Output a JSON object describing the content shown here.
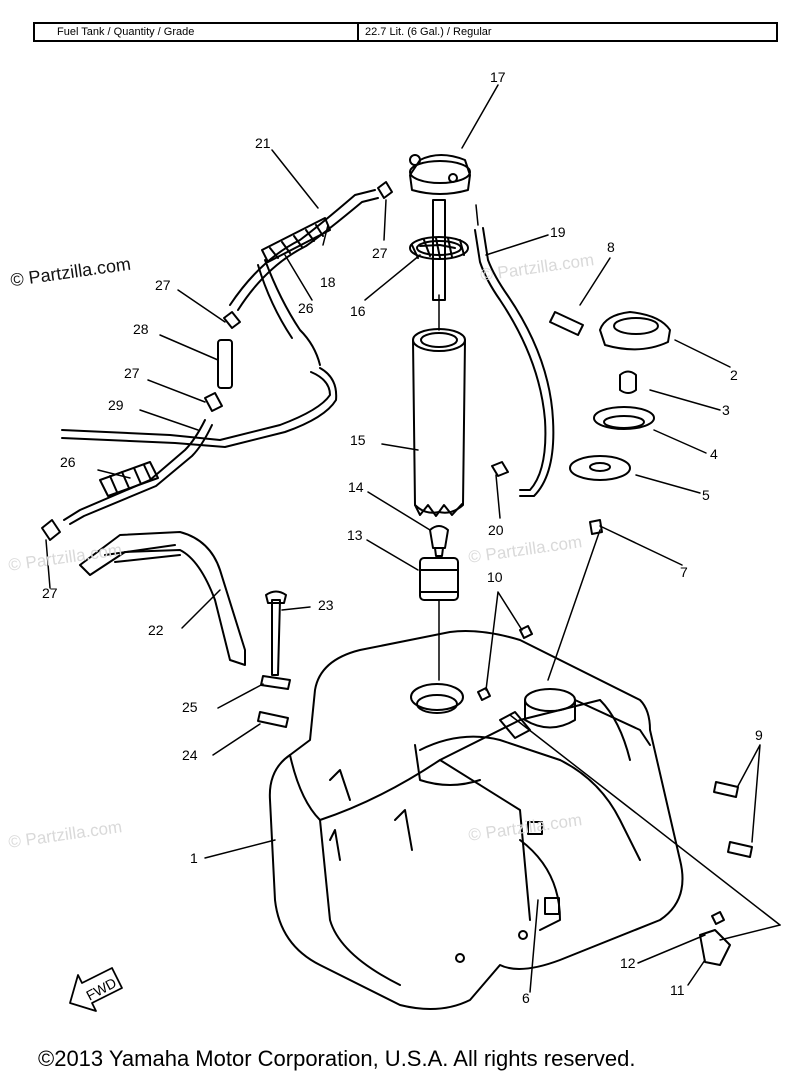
{
  "spec": {
    "label": "Fuel Tank / Quantity / Grade",
    "value": "22.7 Lit. (6 Gal.) / Regular"
  },
  "watermark": "© Partzilla.com",
  "copyright": "©2013 Yamaha Motor Corporation, U.S.A. All rights reserved.",
  "fwd_label": "FWD",
  "parts": [
    "1",
    "2",
    "3",
    "4",
    "5",
    "6",
    "7",
    "8",
    "9",
    "10",
    "11",
    "12",
    "13",
    "14",
    "15",
    "16",
    "17",
    "18",
    "19",
    "20",
    "21",
    "22",
    "23",
    "24",
    "25",
    "26",
    "26",
    "27",
    "27",
    "27",
    "27",
    "28",
    "29"
  ]
}
